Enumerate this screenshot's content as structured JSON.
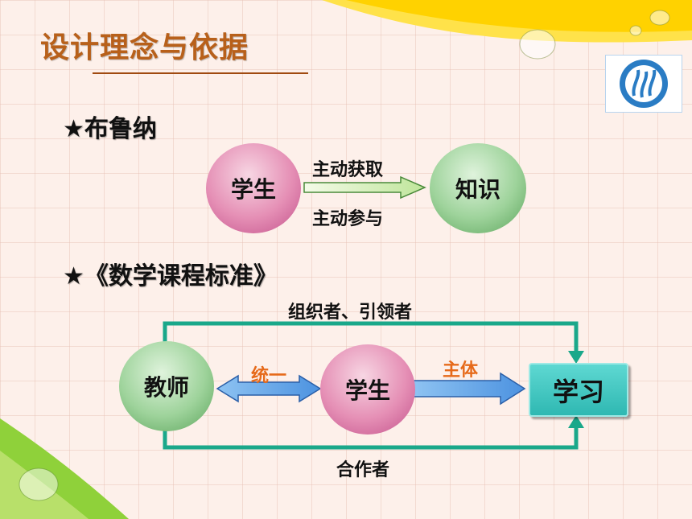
{
  "title": "设计理念与依据",
  "section1": {
    "heading": "★布鲁纳",
    "student": "学生",
    "knowledge": "知识",
    "arrow_top_label": "主动获取",
    "arrow_bottom_label": "主动参与"
  },
  "section2": {
    "heading": "★《数学课程标准》",
    "teacher": "教师",
    "student": "学生",
    "learning": "学习",
    "top_label": "组织者、引领者",
    "bottom_label": "合作者",
    "unify_label": "统一",
    "subject_label": "主体"
  },
  "colors": {
    "title": "#b8601a",
    "accent_orange": "#e66a1a",
    "arrow_blue": "#5ea2e8",
    "connector_teal": "#1aa88a",
    "box_teal": "#2fb8b2"
  }
}
